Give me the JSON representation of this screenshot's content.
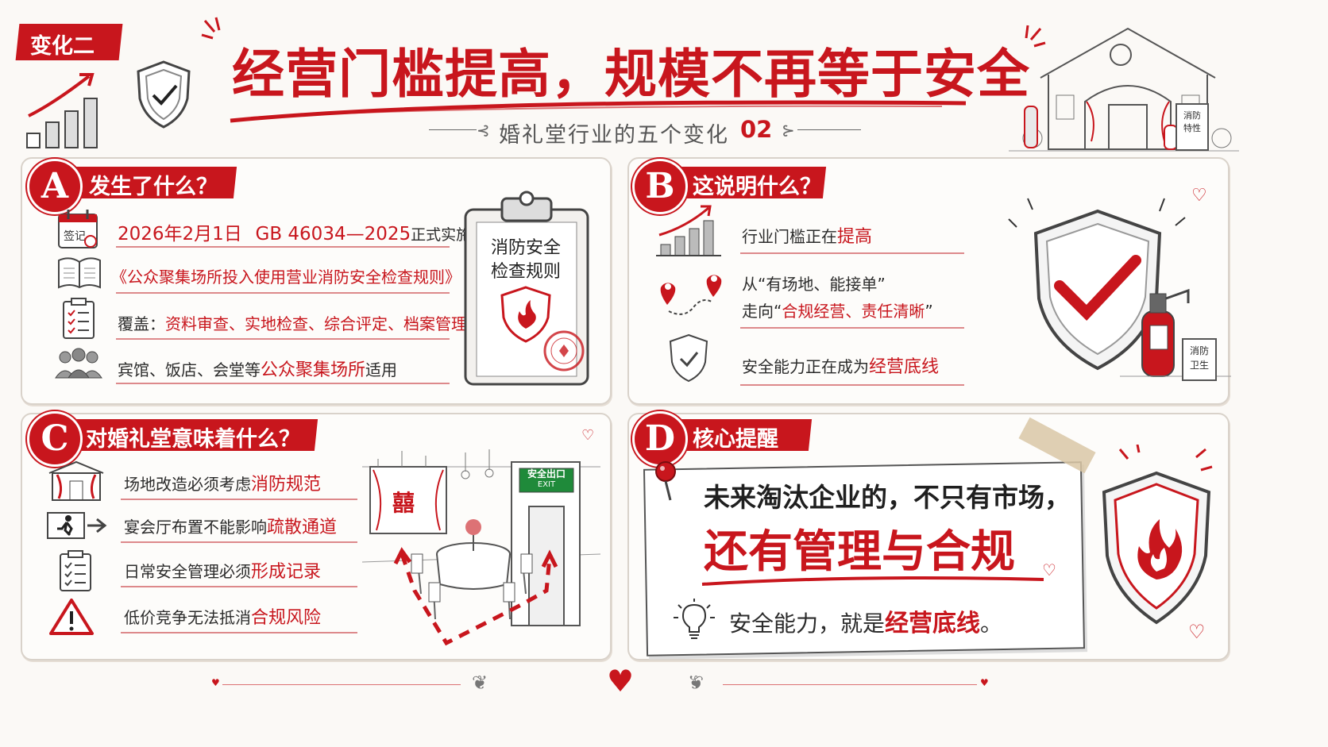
{
  "header": {
    "tag": "变化二",
    "title": "经营门槛提高，规模不再等于安全",
    "subtitle": "婚礼堂行业的五个变化",
    "number": "02"
  },
  "sections": {
    "a": {
      "letter": "A",
      "title": "发生了什么？",
      "row1": {
        "date": "2026年2月1日",
        "std": "GB 46034—2025",
        "tail": "正式实施"
      },
      "row2": {
        "text": "《公众聚集场所投入使用营业消防安全检查规则》"
      },
      "row3": {
        "lead": "覆盖：",
        "red": "资料审查、实地检查、综合评定、档案管理"
      },
      "row4": {
        "lead": "宾馆、饭店、会堂等",
        "red": "公众聚集场所",
        "tail": "适用"
      },
      "clipboard": {
        "line1": "消防安全",
        "line2": "检查规则"
      },
      "calendar_icon_text": "签记"
    },
    "b": {
      "letter": "B",
      "title": "这说明什么？",
      "row1": {
        "lead": "行业门槛正在",
        "red": "提高"
      },
      "row2": {
        "line1": "从“有场地、能接单”",
        "lead": "走向“",
        "red": "合规经营、责任清晰",
        "tail": "”"
      },
      "row3": {
        "lead": "安全能力正在成为",
        "red": "经营底线"
      },
      "sign": {
        "line1": "消防",
        "line2": "卫生"
      }
    },
    "c": {
      "letter": "C",
      "title": "对婚礼堂意味着什么？",
      "row1": {
        "lead": "场地改造必须考虑",
        "red": "消防规范"
      },
      "row2": {
        "lead": "宴会厅布置不能影响",
        "red": "疏散通道"
      },
      "row3": {
        "lead": "日常安全管理必须",
        "red": "形成记录"
      },
      "row4": {
        "lead": "低价竞争无法抵消",
        "red": "合规风险"
      },
      "exit": {
        "line1": "安全出口",
        "line2": "EXIT"
      },
      "xi": "囍"
    },
    "d": {
      "letter": "D",
      "title": "核心提醒",
      "line1": "未来淘汰企业的，不只有市场，",
      "line2": "还有管理与合规",
      "line3_lead": "安全能力，就是",
      "line3_red": "经营底线",
      "line3_tail": "。"
    }
  },
  "top_sign": {
    "line1": "消防",
    "line2": "特性"
  },
  "colors": {
    "accent": "#c8161d",
    "text": "#2b2b2b",
    "paper": "#fbf9f6"
  }
}
